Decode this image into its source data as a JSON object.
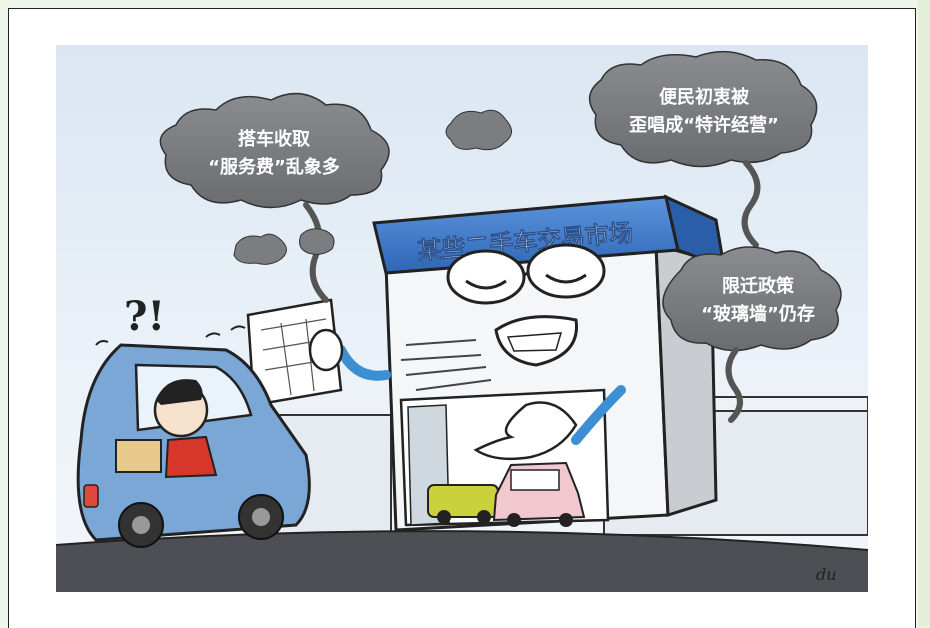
{
  "cartoon": {
    "sign": "某些二手车交易市场",
    "bubbles": {
      "left": {
        "line1": "搭车收取",
        "line2": "“服务费”乱象多"
      },
      "top_right": {
        "line1": "便民初衷被",
        "line2": "歪唱成“特许经营”"
      },
      "right": {
        "line1": "限迁政策",
        "line2": "“玻璃墙”仍存"
      }
    },
    "exclaim": "?!",
    "signature": "du"
  },
  "colors": {
    "sky": "#dde8f3",
    "smoke": "#7d7f83",
    "sign_blue": "#3b77c9",
    "car_blue": "#7aa7d6",
    "wall": "#e7ecf1",
    "shirt_red": "#d7372b"
  }
}
